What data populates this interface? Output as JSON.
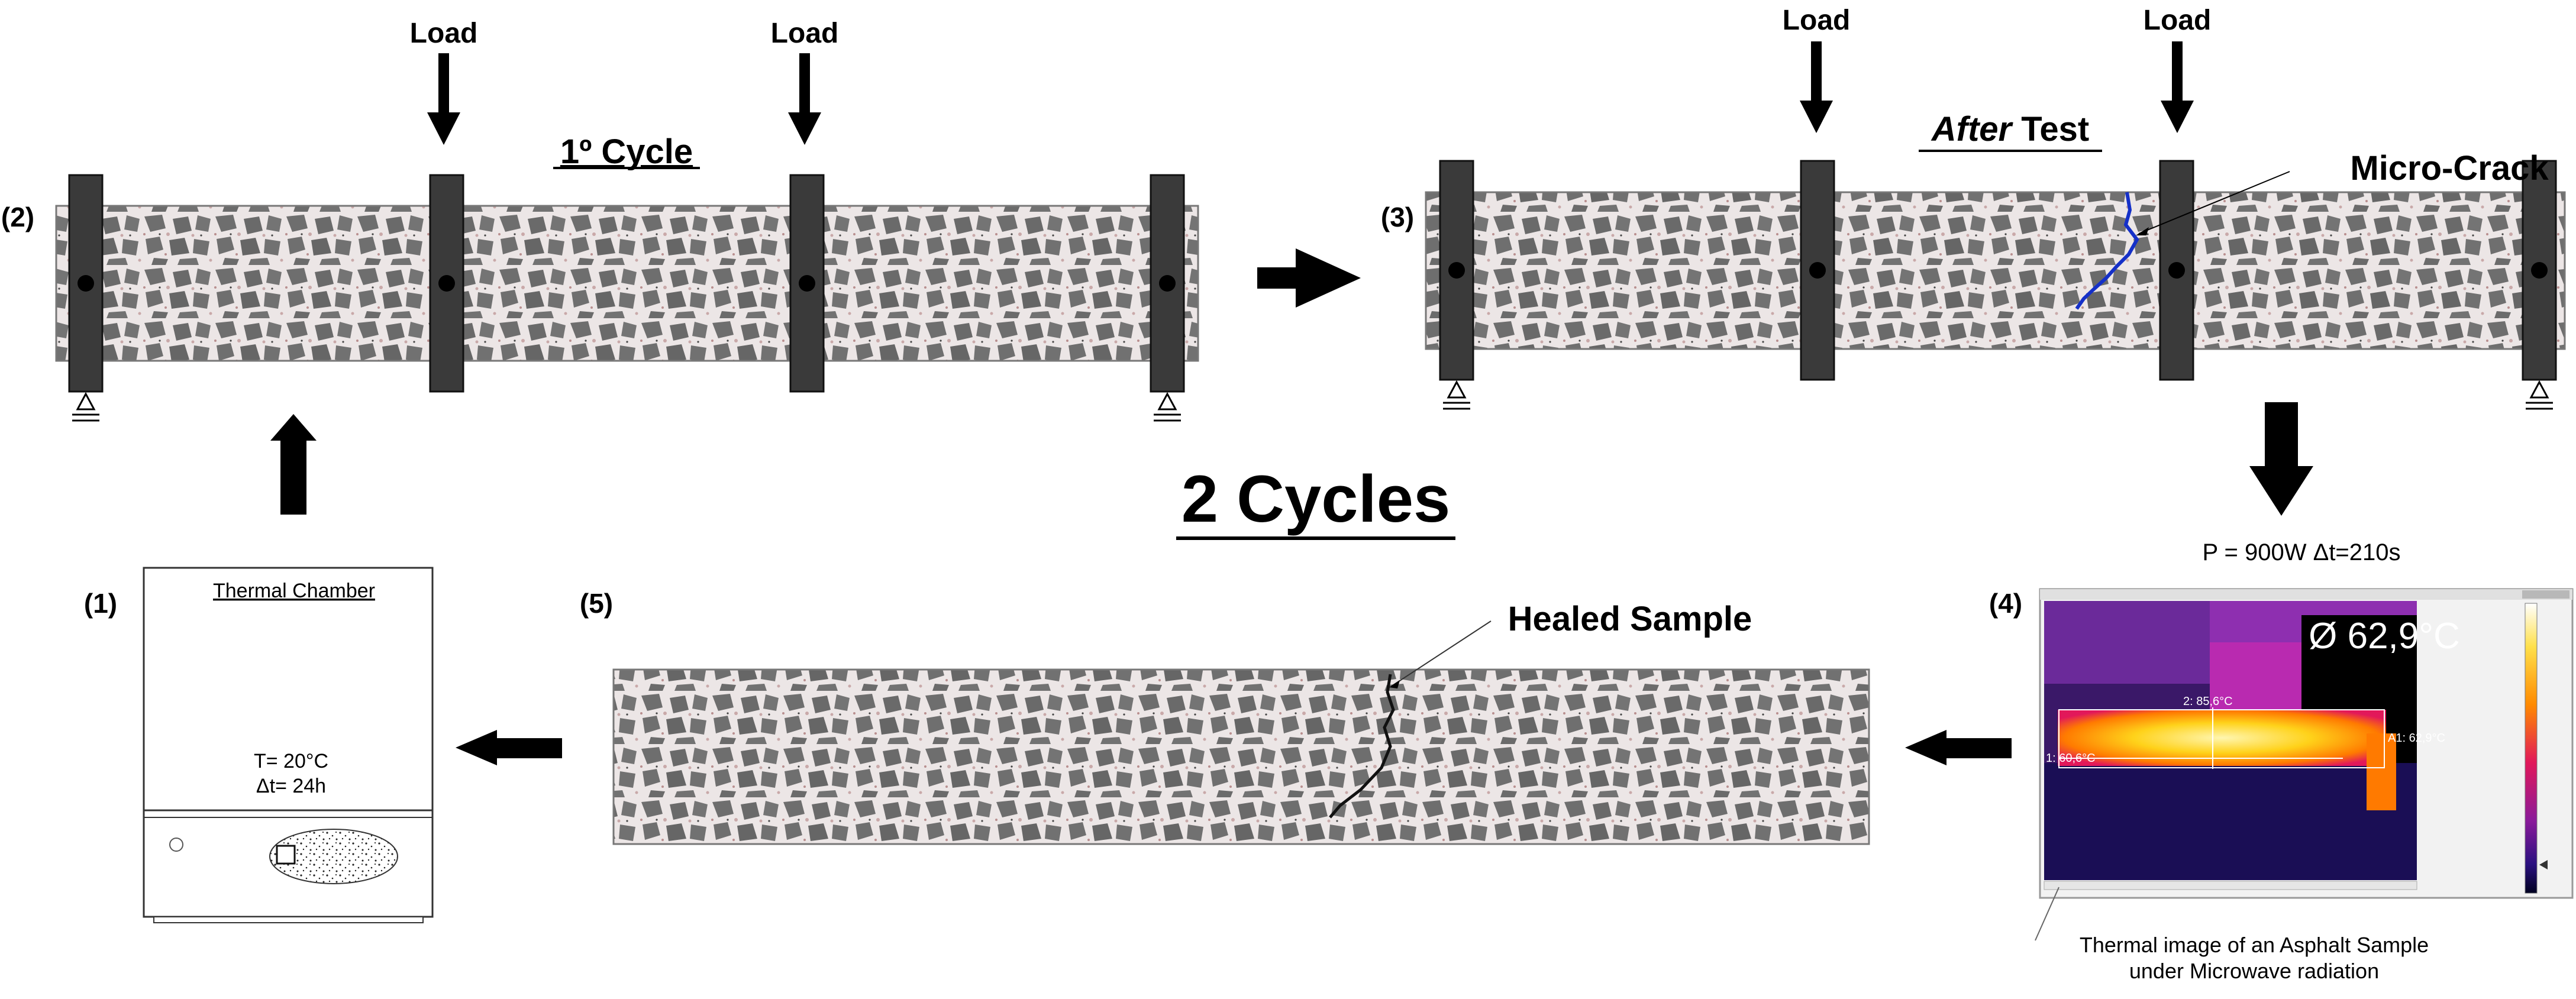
{
  "title": "2 Cycles",
  "colors": {
    "asphalt_base": "#ece6e6",
    "aggregate": "#6e6e6e",
    "support_bar": "#3a3a3a",
    "crack_micro": "#1530c8",
    "crack_healed": "#111111",
    "arrow": "#000000"
  },
  "step1": {
    "label": "(1)",
    "chamber_title": "Thermal Chamber",
    "temperature": "T= 20°C",
    "duration": "Δt= 24h"
  },
  "step2": {
    "label": "(2)",
    "cycle_label": "1º Cycle",
    "load_left": "Load",
    "load_right": "Load"
  },
  "step3": {
    "label": "(3)",
    "after_word": "After",
    "test_word": " Test",
    "load_left": "Load",
    "load_right": "Load",
    "crack_label": "Micro-Crack"
  },
  "step4": {
    "label": "(4)",
    "power_line": "P = 900W   Δt=210s",
    "max_temp": "Ø 62,9°C",
    "marker_2": "2: 85,6°C",
    "marker_1": "1: 60,6°C",
    "marker_a1": "A1: 62,9°C",
    "caption_line1": "Thermal image of an Asphalt Sample",
    "caption_line2": "under Microwave radiation"
  },
  "step5": {
    "label": "(5)",
    "healed_label": "Healed Sample"
  }
}
